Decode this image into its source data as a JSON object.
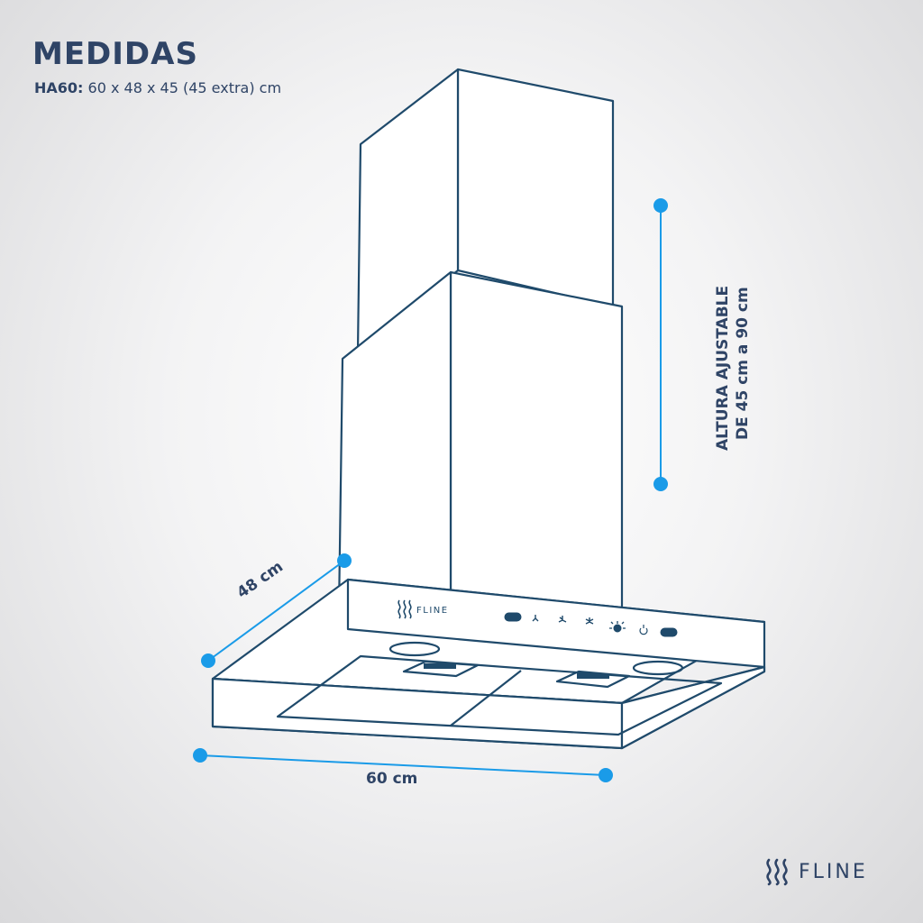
{
  "header": {
    "title": "MEDIDAS",
    "model": "HA60:",
    "dimensions": "60 x 48 x 45 (45 extra) cm"
  },
  "dimensions": {
    "height_line1": "ALTURA AJUSTABLE",
    "height_line2": "DE 45 cm a 90 cm",
    "depth": "48 cm",
    "width": "60 cm"
  },
  "hood": {
    "brand_small": "FLINE",
    "controls": [
      "display-icon",
      "fan-low-icon",
      "fan-medium-icon",
      "fan-high-icon",
      "light-icon",
      "power-icon",
      "display-icon"
    ]
  },
  "footer": {
    "brand": "FLINE"
  },
  "colors": {
    "outline": "#1f4a6b",
    "accent": "#1a9be8",
    "text": "#2f4466"
  }
}
